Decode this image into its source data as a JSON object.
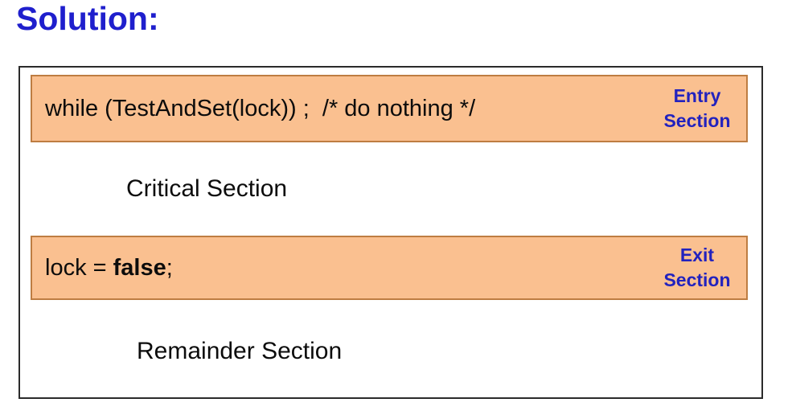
{
  "title": "Solution:",
  "colors": {
    "title_blue": "#1f1fcd",
    "label_blue": "#2222be",
    "box_fill": "#fac090",
    "box_border": "#be7d42",
    "outer_border": "#2b2b2b",
    "text_black": "#0c0c0c"
  },
  "diagram": {
    "entry_box": {
      "code": "while (TestAndSet(lock)) ;  /* do nothing */",
      "label": "Entry Section"
    },
    "critical_section": "Critical Section",
    "exit_box": {
      "code_prefix": "lock = ",
      "code_bold": "false",
      "code_suffix": ";",
      "label": "Exit Section"
    },
    "remainder_section": "Remainder Section"
  }
}
